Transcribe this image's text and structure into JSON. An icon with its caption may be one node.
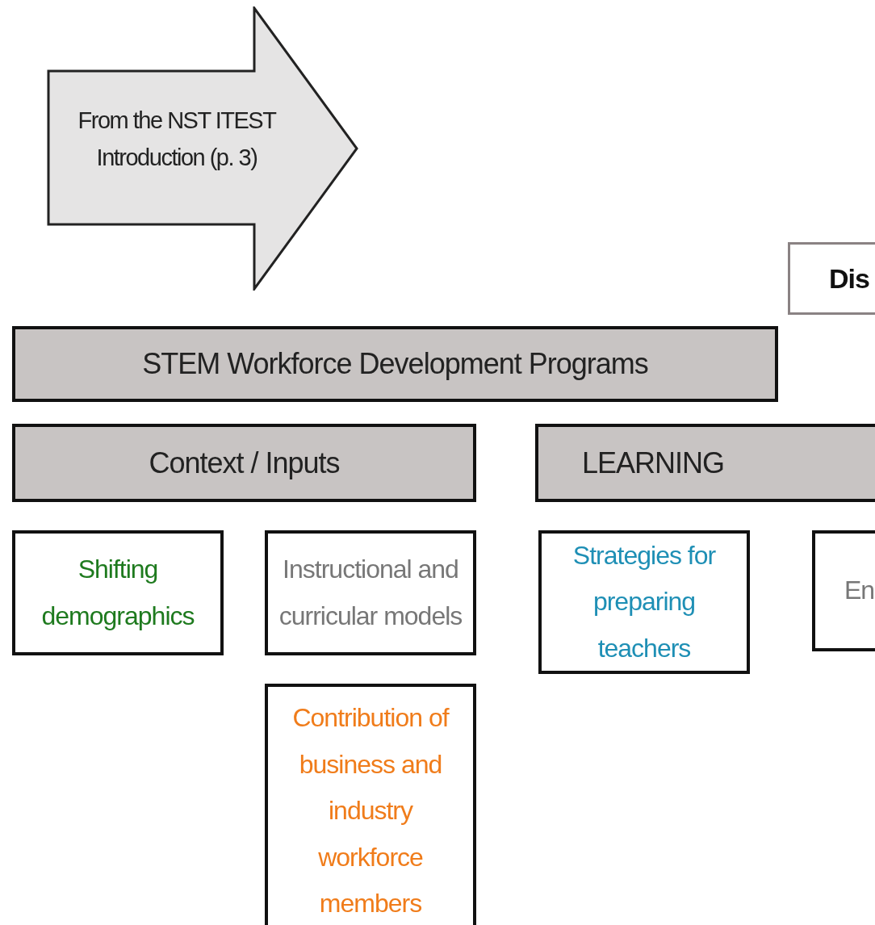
{
  "diagram": {
    "nodes": [
      {
        "text": [
          "From the NST ITEST Introduction (p. 3)"
        ]
      },
      {
        "text": [
          "Dis"
        ]
      },
      {
        "text": [
          "STEM Workforce Development Programs"
        ]
      },
      {
        "text": [
          "Context / Inputs"
        ]
      },
      {
        "text": [
          "LEARNING"
        ]
      },
      {
        "text": [
          "Shifting demographics"
        ]
      },
      {
        "text": [
          "Instructional and curricular models"
        ]
      },
      {
        "text": [
          "Strategies for preparing teachers"
        ]
      },
      {
        "text": [
          "En"
        ]
      },
      {
        "text": [
          "Contribution of business and industry workforce members"
        ]
      }
    ]
  }
}
